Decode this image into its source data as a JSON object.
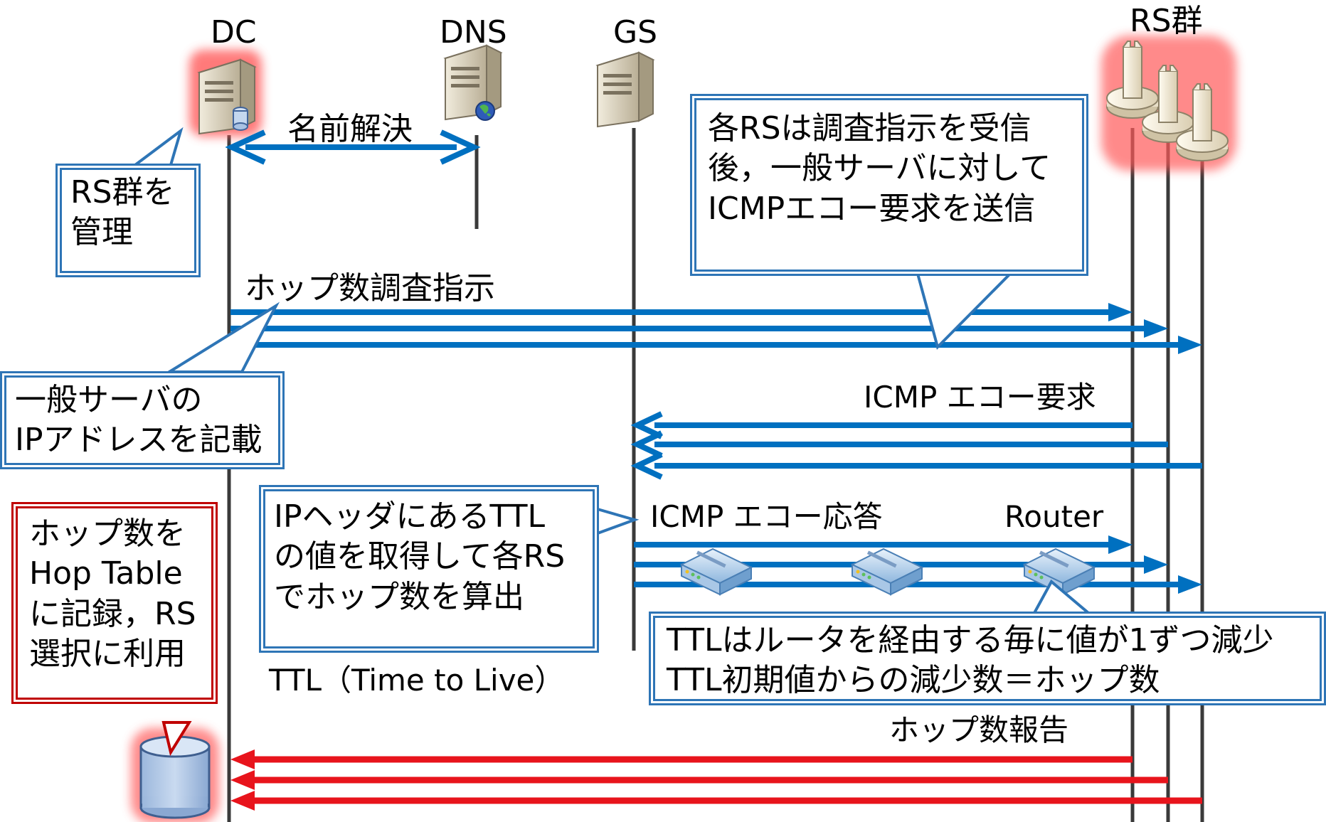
{
  "actors": {
    "dc": "DC",
    "dns": "DNS",
    "gs": "GS",
    "rs_group": "RS群"
  },
  "messages": {
    "name_resolution": "名前解決",
    "hop_survey_instruction": "ホップ数調査指示",
    "icmp_echo_request": "ICMP エコー要求",
    "icmp_echo_reply": "ICMP エコー応答",
    "router": "Router",
    "hop_count_report": "ホップ数報告",
    "ttl_note": "TTL（Time to Live）"
  },
  "callouts": {
    "manage_rs": [
      "RS群を",
      "管理"
    ],
    "rs_instruction": [
      "各RSは調査指示を受信",
      "後，一般サーバに対して",
      "ICMPエコー要求を送信"
    ],
    "ip_address": [
      "一般サーバの",
      "IPアドレスを記載"
    ],
    "ttl_header": [
      "IPヘッダにあるTTL",
      "の値を取得して各RS",
      "でホップ数を算出"
    ],
    "ttl_decrement": [
      "TTLはルータを経由する毎に値が1ずつ減少",
      "TTL初期値からの減少数＝ホップ数"
    ],
    "hop_table": [
      "ホップ数を",
      "Hop Table",
      "に記録，RS",
      "選択に利用"
    ]
  },
  "colors": {
    "blue_arrow": "#0070c0",
    "red_arrow": "#e8141c",
    "callout_blue": "#2e75b6",
    "callout_red": "#c00000",
    "lifeline": "#3a3a3a",
    "glow": "#ff5a5a"
  },
  "icons": {
    "dc": "server-icon",
    "dns": "dns-server-icon",
    "gs": "server-icon",
    "rs": "antenna-icon",
    "router": "router-icon",
    "database": "database-icon"
  }
}
